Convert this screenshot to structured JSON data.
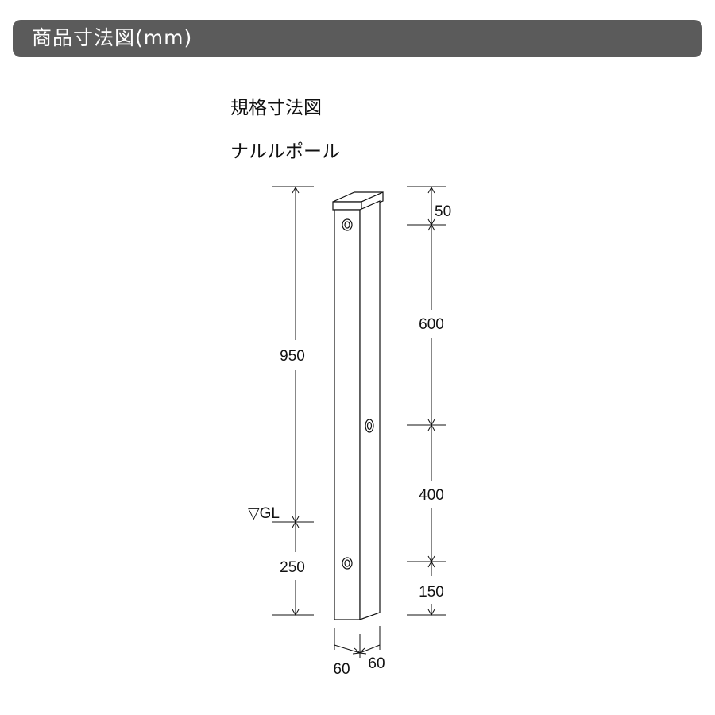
{
  "header": {
    "title": "商品寸法図(mm)"
  },
  "spec_title": "規格寸法図",
  "product_name": "ナルルポール",
  "dimensions": {
    "total_above_gl": "950",
    "below_gl": "250",
    "gl_label": "▽GL",
    "cap_height": "50",
    "upper_span": "600",
    "middle_span": "400",
    "bottom_span": "150",
    "width_a": "60",
    "width_b": "60"
  },
  "colors": {
    "header_bg": "#5b5b5b",
    "header_text": "#ffffff",
    "line": "#111111"
  }
}
